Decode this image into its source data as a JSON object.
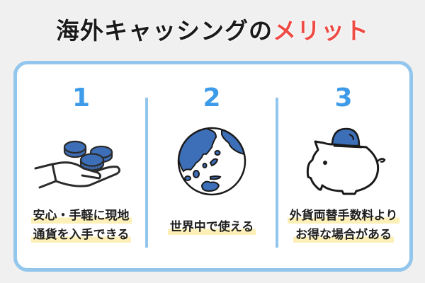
{
  "title": {
    "main": "海外キャッシングの",
    "accent": "メリット"
  },
  "colors": {
    "accent_red": "#ef4b45",
    "number_blue": "#3d9be9",
    "border_blue": "#93c6ec",
    "icon_blue": "#3d6fb8",
    "highlight_yellow": "#fcf0b8"
  },
  "merits": [
    {
      "number": "1",
      "icon": "hand-with-coins-icon",
      "lines": [
        "安心・手軽に現地",
        "通貨を入手できる"
      ]
    },
    {
      "number": "2",
      "icon": "globe-icon",
      "lines": [
        "世界中で使える"
      ]
    },
    {
      "number": "3",
      "icon": "piggy-bank-icon",
      "lines": [
        "外貨両替手数料より",
        "お得な場合がある"
      ]
    }
  ]
}
